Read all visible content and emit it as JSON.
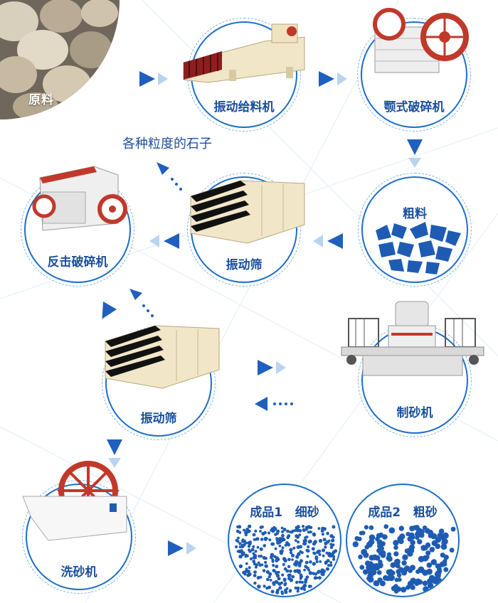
{
  "raw_material": {
    "label": "原料"
  },
  "stages": {
    "feeder": {
      "label": "振动给料机",
      "icon": "vibrating-feeder-icon"
    },
    "jaw_crusher": {
      "label": "颚式破碎机",
      "icon": "jaw-crusher-icon"
    },
    "coarse": {
      "label": "粗料",
      "icon": "coarse-aggregate-icon"
    },
    "screen_top": {
      "label": "振动筛",
      "icon": "vibrating-screen-icon"
    },
    "impact_crusher": {
      "label": "反击破碎机",
      "icon": "impact-crusher-icon"
    },
    "sand_maker": {
      "label": "制砂机",
      "icon": "sand-making-machine-icon"
    },
    "screen_bottom": {
      "label": "振动筛",
      "icon": "vibrating-screen-icon"
    },
    "washer": {
      "label": "洗砂机",
      "icon": "sand-washer-icon"
    }
  },
  "output_note": "各种粒度的石子",
  "products": [
    {
      "title": "成品1   细砂",
      "grain": "fine"
    },
    {
      "title": "成品2   粗砂",
      "grain": "coarse"
    }
  ],
  "colors": {
    "primary": "#1f5fbf",
    "label": "#1a4f9c",
    "ring": "#1e6ec8",
    "machine_red": "#c0392b",
    "machine_body": "#f1e6c8"
  }
}
